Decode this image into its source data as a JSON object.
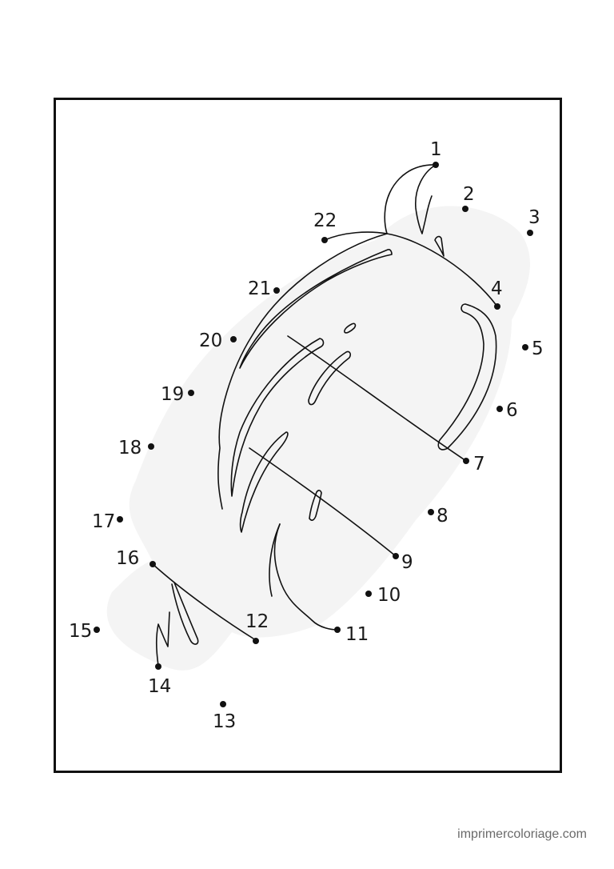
{
  "worksheet": {
    "points": [
      {
        "n": "1"
      },
      {
        "n": "2"
      },
      {
        "n": "3"
      },
      {
        "n": "4"
      },
      {
        "n": "5"
      },
      {
        "n": "6"
      },
      {
        "n": "7"
      },
      {
        "n": "8"
      },
      {
        "n": "9"
      },
      {
        "n": "10"
      },
      {
        "n": "11"
      },
      {
        "n": "12"
      },
      {
        "n": "13"
      },
      {
        "n": "14"
      },
      {
        "n": "15"
      },
      {
        "n": "16"
      },
      {
        "n": "17"
      },
      {
        "n": "18"
      },
      {
        "n": "19"
      },
      {
        "n": "20"
      },
      {
        "n": "21"
      },
      {
        "n": "22"
      }
    ],
    "colors": {
      "line": "#111111",
      "shading": "#f3f3f3",
      "frame": "#111111"
    }
  },
  "footer": {
    "site": "imprimercoloriage.com"
  }
}
